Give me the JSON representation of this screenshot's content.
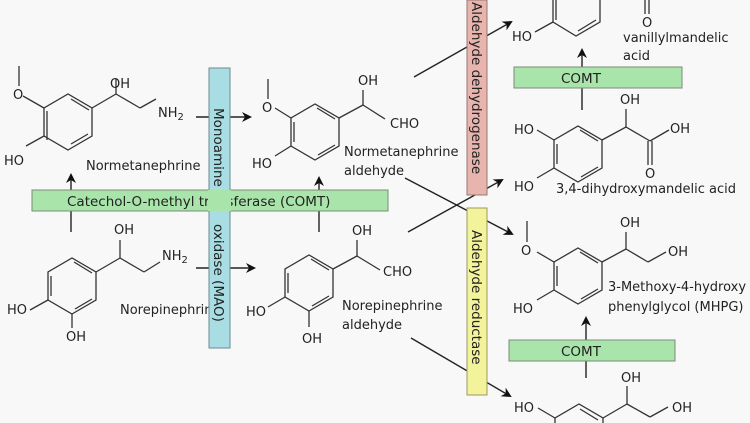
{
  "colors": {
    "background": "#f8f8f8",
    "comt_box": "#a9e5ab",
    "mao_box": "#a8dde3",
    "dehydrogenase_box": "#e8b4ae",
    "reductase_box": "#f3f39b",
    "box_border": "#7a8a7a",
    "line": "#333333"
  },
  "enzymes": {
    "comt_main": "Catechol-O-methyl transferase (COMT)",
    "mao_top": "Monoamine",
    "mao_bottom": "oxidase (MAO)",
    "dehydrogenase": "Aldehyde dehydrogenase",
    "reductase": "Aldehyde reductase",
    "comt_vma": "COMT",
    "comt_mhpg": "COMT"
  },
  "compounds": {
    "normetanephrine": "Normetanephrine",
    "norepinephrine": "Norepinephrine",
    "normetanephrine_aldehyde_1": "Normetanephrine",
    "normetanephrine_aldehyde_2": "aldehyde",
    "norepinephrine_aldehyde_1": "Norepinephrine",
    "norepinephrine_aldehyde_2": "aldehyde",
    "vma_1": "vanillylmandelic",
    "vma_2": "acid",
    "dhma": "3,4-dihydroxymandelic acid",
    "mhpg_1": "3-Methoxy-4-hydroxy",
    "mhpg_2": "phenylglycol (MHPG)"
  },
  "atoms": {
    "OH": "OH",
    "HO": "HO",
    "NH": "NH",
    "two": "2",
    "CHO": "CHO",
    "O": "O"
  }
}
